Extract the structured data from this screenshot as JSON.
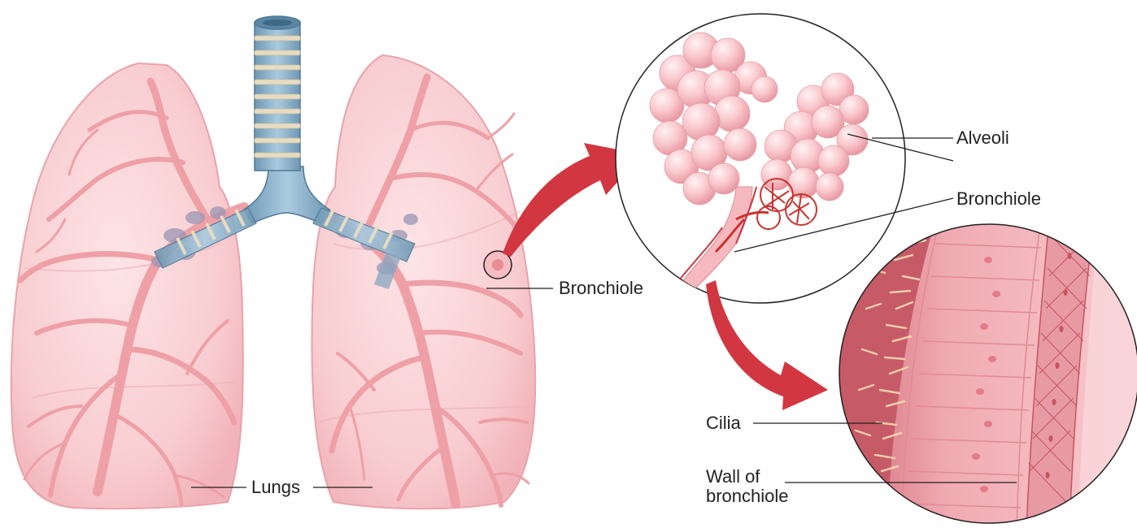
{
  "labels": {
    "lungs": "Lungs",
    "bronchiole_main": "Bronchiole",
    "alveoli": "Alveoli",
    "bronchiole_zoom": "Bronchiole",
    "cilia": "Cilia",
    "wall_of_bronchiole": "Wall of bronchiole"
  },
  "colors": {
    "lung_fill": "#f8c8cc",
    "lung_edge": "#eaa6ad",
    "bronchi": "#eea0a6",
    "trachea_blue": "#8fb5cc",
    "trachea_ring": "#e6dcc4",
    "arrow_red": "#d23640",
    "alveoli": "#f6b9c0",
    "capillary": "#c8342f",
    "leader_line": "#231f20"
  }
}
